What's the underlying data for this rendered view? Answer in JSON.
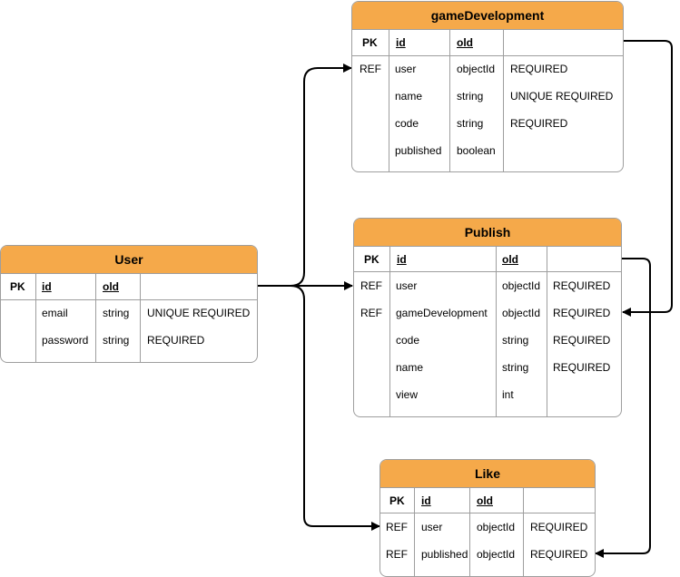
{
  "entities": {
    "gameDevelopment": {
      "title": "gameDevelopment",
      "header": {
        "pk": "PK",
        "c1": "id",
        "c2": "old"
      },
      "rows": [
        {
          "key": "REF",
          "name": "user",
          "type": "objectId",
          "constraint": "REQUIRED"
        },
        {
          "key": "",
          "name": "name",
          "type": "string",
          "constraint": "UNIQUE REQUIRED"
        },
        {
          "key": "",
          "name": "code",
          "type": "string",
          "constraint": "REQUIRED"
        },
        {
          "key": "",
          "name": "published",
          "type": "boolean",
          "constraint": ""
        }
      ]
    },
    "publish": {
      "title": "Publish",
      "header": {
        "pk": "PK",
        "c1": "id",
        "c2": "old"
      },
      "rows": [
        {
          "key": "REF",
          "name": "user",
          "type": "objectId",
          "constraint": "REQUIRED"
        },
        {
          "key": "REF",
          "name": "gameDevelopment",
          "type": "objectId",
          "constraint": "REQUIRED"
        },
        {
          "key": "",
          "name": "code",
          "type": "string",
          "constraint": "REQUIRED"
        },
        {
          "key": "",
          "name": "name",
          "type": "string",
          "constraint": "REQUIRED"
        },
        {
          "key": "",
          "name": "view",
          "type": "int",
          "constraint": ""
        }
      ]
    },
    "user": {
      "title": "User",
      "header": {
        "pk": "PK",
        "c1": "id",
        "c2": "old"
      },
      "rows": [
        {
          "key": "",
          "name": "email",
          "type": "string",
          "constraint": "UNIQUE REQUIRED"
        },
        {
          "key": "",
          "name": "password",
          "type": "string",
          "constraint": "REQUIRED"
        }
      ]
    },
    "like": {
      "title": "Like",
      "header": {
        "pk": "PK",
        "c1": "id",
        "c2": "old"
      },
      "rows": [
        {
          "key": "REF",
          "name": "user",
          "type": "objectId",
          "constraint": "REQUIRED"
        },
        {
          "key": "REF",
          "name": "published",
          "type": "objectId",
          "constraint": "REQUIRED"
        }
      ]
    }
  }
}
